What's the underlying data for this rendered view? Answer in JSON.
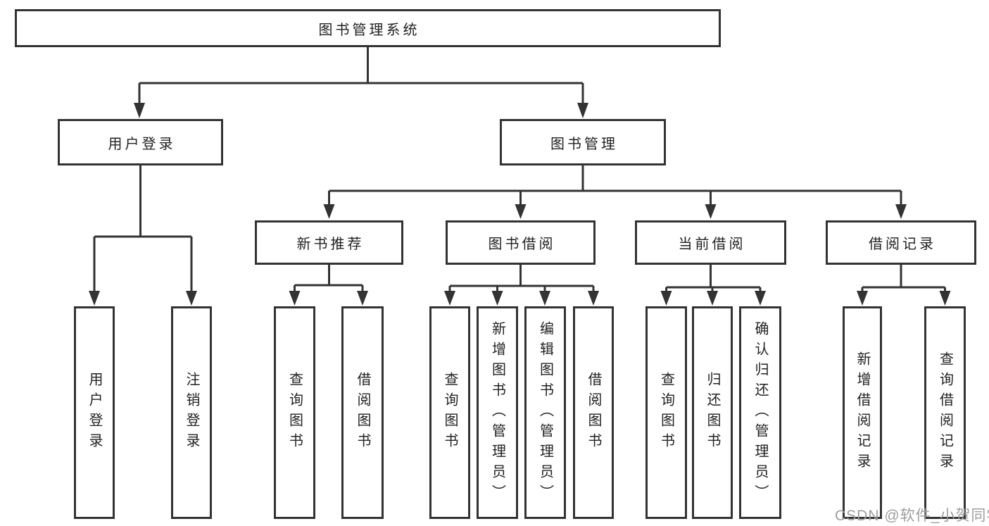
{
  "diagram": {
    "title": "图书管理系统",
    "root": {
      "label": "图书管理系统"
    },
    "level2": {
      "user_login": {
        "label": "用户登录"
      },
      "book_management": {
        "label": "图书管理"
      }
    },
    "level3": {
      "new_book_recommend": {
        "label": "新书推荐"
      },
      "book_borrowing": {
        "label": "图书借阅"
      },
      "current_borrowing": {
        "label": "当前借阅"
      },
      "borrowing_records": {
        "label": "借阅记录"
      }
    },
    "leaves": {
      "user_login": {
        "label": "用户登录"
      },
      "logout": {
        "label": "注销登录"
      },
      "nb_query_books": {
        "label": "查询图书"
      },
      "nb_borrow_books": {
        "label": "借阅图书"
      },
      "bb_query_books": {
        "label": "查询图书"
      },
      "bb_add_books": {
        "label": "新增图书（管理员）"
      },
      "bb_edit_books": {
        "label": "编辑图书（管理员）"
      },
      "bb_borrow_books": {
        "label": "借阅图书"
      },
      "cb_query_books": {
        "label": "查询图书"
      },
      "cb_return_books": {
        "label": "归还图书"
      },
      "cb_confirm_return": {
        "label": "确认归还（管理员）"
      },
      "br_add_record": {
        "label": "新增借阅记录"
      },
      "br_query_record": {
        "label": "查询借阅记录"
      }
    }
  },
  "watermark": {
    "text": "CSDN @软件_小贺同学"
  },
  "colors": {
    "line": "#333333",
    "box_border": "#333333",
    "text": "#222222",
    "watermark": "#9e9e9e",
    "background": "#ffffff"
  }
}
